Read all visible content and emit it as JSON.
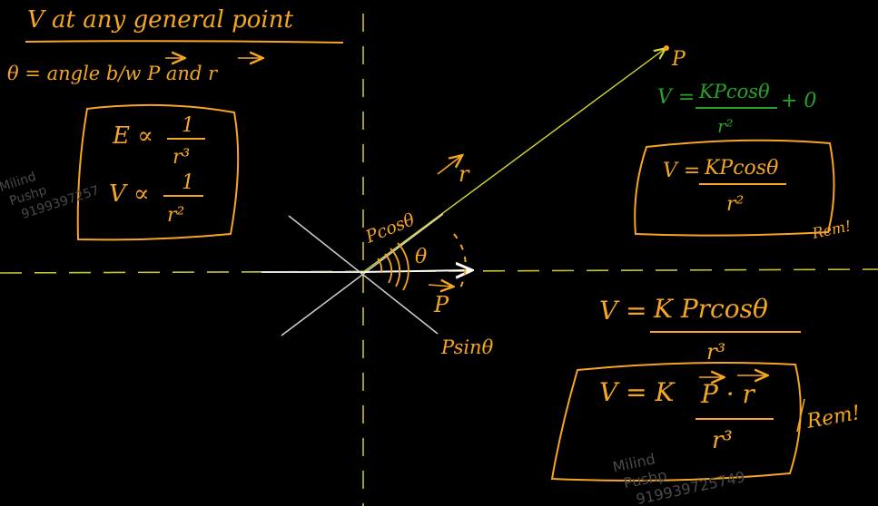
{
  "title": "V at any general point",
  "theta_def": {
    "prefix": "θ = angle b/w ",
    "p": "P",
    "and": " and ",
    "r": "r"
  },
  "relations": {
    "e": "E ∝",
    "e_num": "1",
    "e_den": "r³",
    "v": "V ∝",
    "v_num": "1",
    "v_den": "r²"
  },
  "point_label": "P",
  "r_label": "r",
  "p_label": "P",
  "theta": "θ",
  "pcos": "Pcosθ",
  "psin": "Psinθ",
  "green_eq": {
    "lhs": "V =",
    "num": "KPcosθ",
    "den": "r²",
    "plus": "+ 0"
  },
  "boxed_eq1": {
    "lhs": "V =",
    "num": "KPcosθ",
    "den": "r²",
    "note": "Rem!"
  },
  "eq2": {
    "lhs": "V =",
    "num": "K Prcosθ",
    "den": "r³"
  },
  "boxed_eq2": {
    "lhs": "V = K",
    "num": "P · r",
    "den": "r³",
    "note": "Rem!"
  },
  "watermark": {
    "line1": "Milind",
    "line2": "Pushp",
    "line3": "9199397257",
    "line3b": "919939725749"
  },
  "colors": {
    "accent": "#f5a623",
    "green": "#27a327",
    "chalk": "#ffffff",
    "ray": "#d8d830",
    "background": "#000000"
  }
}
